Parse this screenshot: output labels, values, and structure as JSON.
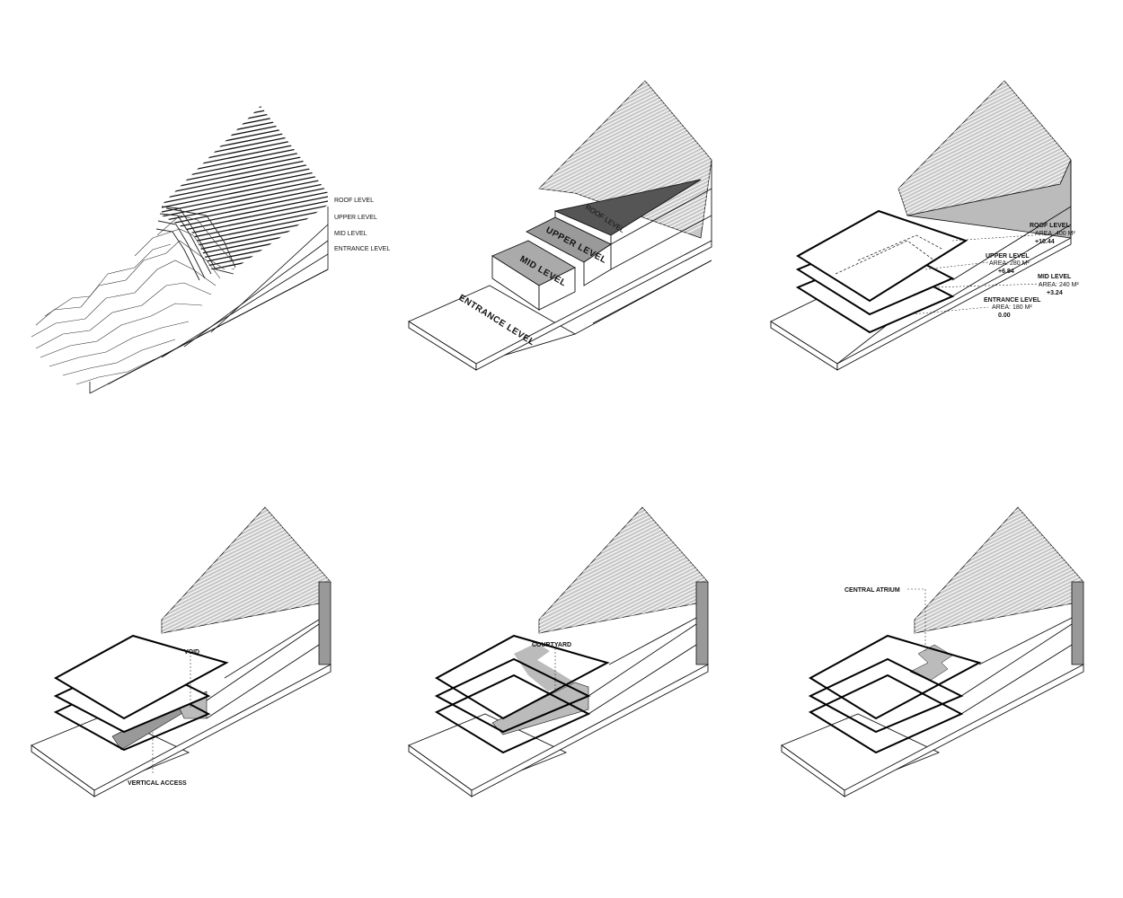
{
  "panel1": {
    "roof": "ROOF LEVEL",
    "upper": "UPPER LEVEL",
    "mid": "MID LEVEL",
    "entrance": "ENTRANCE LEVEL"
  },
  "panel2": {
    "roof": "ROOF LEVEL",
    "upper": "UPPER LEVEL",
    "mid": "MID LEVEL",
    "entrance": "ENTRANCE LEVEL"
  },
  "panel3": {
    "roof_name": "ROOF LEVEL",
    "roof_area": "AREA: 400 M²",
    "roof_elev": "+10.44",
    "upper_name": "UPPER LEVEL",
    "upper_area": "AREA: 280 M²",
    "upper_elev": "+6.84",
    "mid_name": "MID LEVEL",
    "mid_area": "AREA: 240 M²",
    "mid_elev": "+3.24",
    "ent_name": "ENTRANCE LEVEL",
    "ent_area": "AREA: 180 M²",
    "ent_elev": "0.00"
  },
  "panel4": {
    "void": "VOID",
    "access": "VERTICAL ACCESS"
  },
  "panel5": {
    "courtyard": "COURTYARD"
  },
  "panel6": {
    "atrium": "CENTRAL ATRIUM"
  },
  "colors": {
    "line": "#111111",
    "mid_gray": "#9a9a9a",
    "light_gray": "#c4c4c4",
    "dark_gray": "#555555"
  }
}
